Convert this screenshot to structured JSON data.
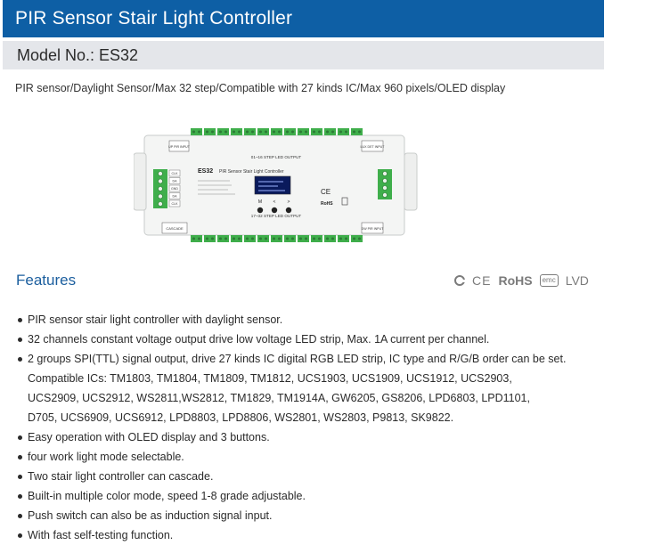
{
  "header": {
    "title": "PIR Sensor Stair Light Controller",
    "model": "Model No.: ES32"
  },
  "tagline": "PIR sensor/Daylight Sensor/Max 32 step/Compatible with 27 kinds IC/Max 960 pixels/OLED display",
  "device": {
    "model_label": "ES32",
    "name_label": "PIR Sensor Stair Light Controller",
    "top_output_label": "01~16 STEP LED OUTPUT",
    "bottom_output_label": "17~32 STEP LED OUTPUT",
    "up_pir_label": "UP PIR INPUT",
    "lux_det_label": "LUX DET INPUT",
    "cascade_label": "CASCADE",
    "dw_pir_label": "DW PIR INPUT",
    "buttons": [
      "M",
      "<",
      ">"
    ],
    "spi_labels": [
      "CLK",
      "DA",
      "GND",
      "DA",
      "CLK"
    ],
    "cert_marks": [
      "CE",
      "RoHS"
    ],
    "colors": {
      "housing": "#f4f5f4",
      "terminal": "#3fae4b",
      "oled": "#0a1a5c"
    }
  },
  "features": {
    "heading": "Features",
    "certifications": [
      "CE",
      "RoHS",
      "emc",
      "LVD"
    ],
    "items": [
      {
        "text": "PIR sensor stair light controller with daylight sensor."
      },
      {
        "text": "32 channels constant voltage output drive low voltage LED strip, Max. 1A current per channel."
      },
      {
        "text": "2 groups SPI(TTL) signal output, drive 27 kinds IC digital RGB LED strip, IC type and R/G/B order can be set.",
        "cont": [
          "Compatible ICs: TM1803, TM1804, TM1809, TM1812, UCS1903, UCS1909, UCS1912, UCS2903,",
          "UCS2909, UCS2912, WS2811,WS2812, TM1829, TM1914A, GW6205, GS8206, LPD6803, LPD1101,",
          "D705, UCS6909, UCS6912, LPD8803, LPD8806, WS2801, WS2803, P9813, SK9822."
        ]
      },
      {
        "text": "Easy operation with OLED display and 3 buttons."
      },
      {
        "text": "four work light mode selectable."
      },
      {
        "text": "Two stair light controller can cascade."
      },
      {
        "text": "Built-in multiple color mode, speed 1-8 grade adjustable."
      },
      {
        "text": "Push switch can also be as induction signal input."
      },
      {
        "text": "With fast self-testing function."
      }
    ]
  }
}
